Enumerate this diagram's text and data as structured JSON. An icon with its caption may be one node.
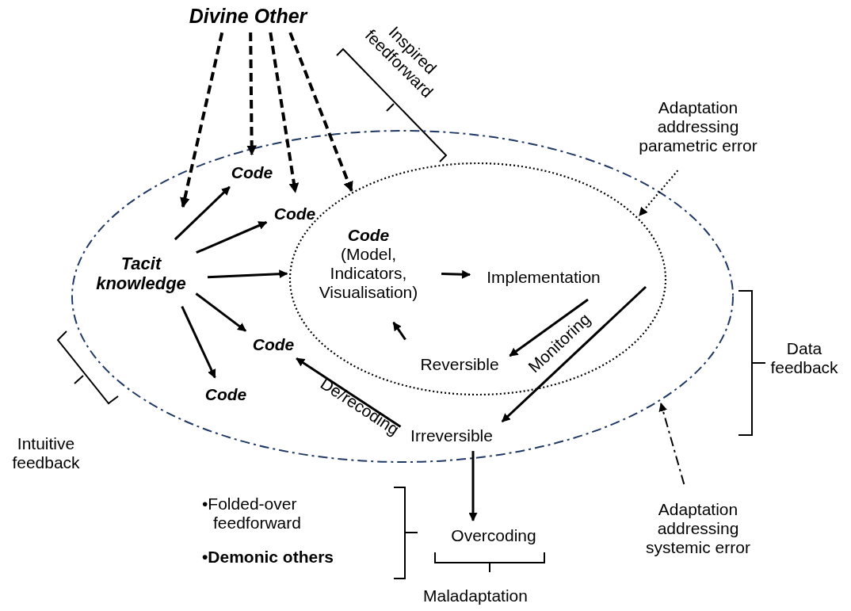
{
  "diagram": {
    "nodes": [
      {
        "text": [
          "Divine Other"
        ]
      },
      {
        "text": [],
        "shape": "ellipse"
      },
      {
        "text": [],
        "shape": "ellipse",
        "in": 1
      },
      {
        "text": [
          "Tacit knowledge"
        ],
        "in": 1
      },
      {
        "text": [
          "Code"
        ],
        "in": 1
      },
      {
        "text": [
          "Code"
        ],
        "in": 1
      },
      {
        "text": [
          "Code",
          "(Model, Indicators, Visualisation)"
        ],
        "in": 2
      },
      {
        "text": [
          "Implementation"
        ],
        "in": 2
      },
      {
        "text": [
          "Reversible"
        ],
        "in": 2
      },
      {
        "text": [
          "Code"
        ],
        "in": 1
      },
      {
        "text": [
          "Code"
        ],
        "in": 1
      },
      {
        "text": [
          "Irreversible"
        ],
        "in": 1
      },
      {
        "text": [
          "Overcoding"
        ]
      },
      {
        "text": [
          "Adaptation addressing parametric error"
        ]
      },
      {
        "text": [
          "Adaptation addressing systemic error"
        ]
      }
    ],
    "edges": [
      {
        "from": 0,
        "to": 3,
        "arrow": "to",
        "style": "dashed"
      },
      {
        "from": 0,
        "to": 4,
        "arrow": "to",
        "style": "dashed"
      },
      {
        "from": 0,
        "to": 5,
        "arrow": "to",
        "style": "dashed"
      },
      {
        "from": 0,
        "to": 6,
        "arrow": "to",
        "style": "dashed"
      },
      {
        "from": 3,
        "to": 4,
        "arrow": "to"
      },
      {
        "from": 3,
        "to": 5,
        "arrow": "to"
      },
      {
        "from": 3,
        "to": 2,
        "arrow": "to"
      },
      {
        "from": 3,
        "to": 9,
        "arrow": "to"
      },
      {
        "from": 3,
        "to": 10,
        "arrow": "to"
      },
      {
        "from": 6,
        "to": 7,
        "arrow": "to"
      },
      {
        "from": 7,
        "to": 8,
        "arrow": "to"
      },
      {
        "from": 8,
        "to": 6,
        "arrow": "to"
      },
      {
        "from": 7,
        "to": 11,
        "arrow": "to",
        "label": "Monitoring"
      },
      {
        "from": 11,
        "to": 9,
        "arrow": "to",
        "label": "De/recoding"
      },
      {
        "from": 11,
        "to": 12,
        "arrow": "to"
      },
      {
        "from": 13,
        "to": 2,
        "arrow": "to",
        "style": "dashed"
      },
      {
        "from": 14,
        "to": 1,
        "arrow": "to",
        "style": "dashed"
      }
    ],
    "labels": [
      "Inspired feedforward",
      "Intuitive feedback",
      "Data feedback",
      "•Folded-over feedforward",
      "•Demonic others",
      "Maladaptation"
    ]
  }
}
